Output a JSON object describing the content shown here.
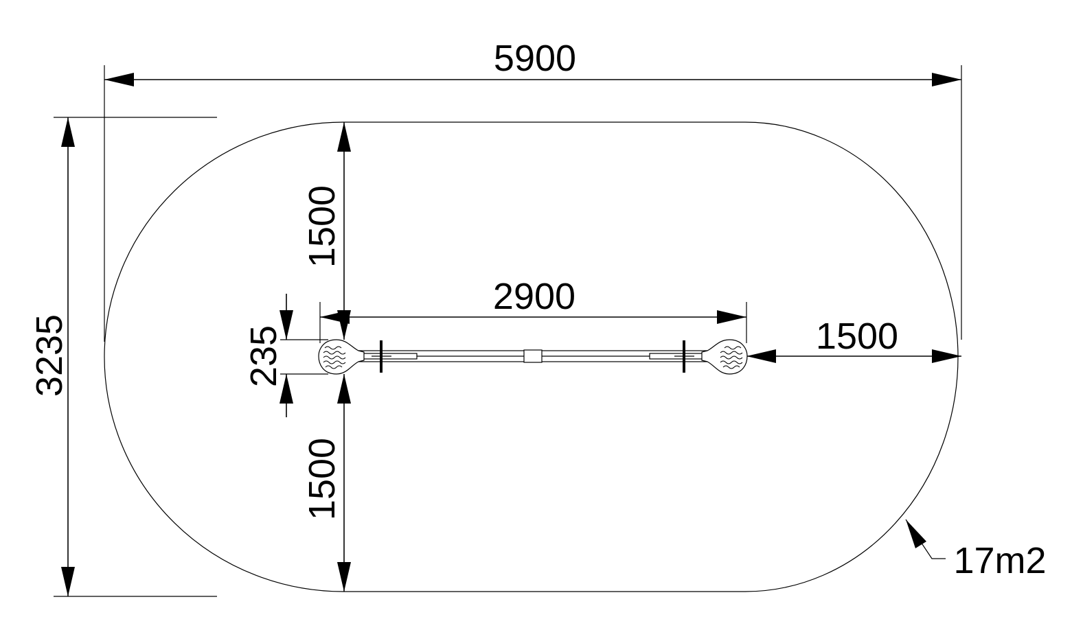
{
  "dimensions": {
    "overall_length": "5900",
    "overall_width": "3235",
    "clearance_top": "1500",
    "clearance_bottom": "1500",
    "equipment_length": "2900",
    "equipment_width": "235",
    "clearance_end": "1500"
  },
  "area": {
    "label": "17m2"
  }
}
